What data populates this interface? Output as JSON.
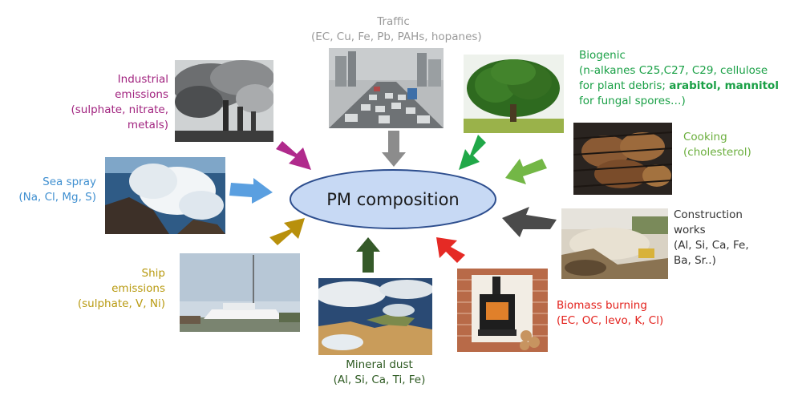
{
  "center": {
    "label": "PM composition"
  },
  "sources": {
    "traffic": {
      "name": "Traffic",
      "details": "(EC, Cu, Fe, Pb, PAHs, hopanes)",
      "color": "#9a9a9a"
    },
    "biogenic": {
      "name": "Biogenic",
      "line1": "(n-alkanes C25,C27, C29, cellulose",
      "line2a": "for plant debris; ",
      "line2b": "arabitol, mannitol",
      "line3": "for fungal spores…)",
      "color": "#1aa046"
    },
    "industrial": {
      "line1": "Industrial",
      "line2": "emissions",
      "line3": "(sulphate, nitrate,",
      "line4": "metals)",
      "color": "#a1237f"
    },
    "cooking": {
      "name": "Cooking",
      "details": "(cholesterol)",
      "color": "#6aae3c"
    },
    "sea_spray": {
      "name": "Sea spray",
      "details": "(Na, Cl, Mg, S)",
      "color": "#3f8fd0"
    },
    "construction": {
      "line1": "Construction",
      "line2": "works",
      "line3": "(Al, Si, Ca, Fe,",
      "line4": "Ba, Sr..)",
      "color": "#333333"
    },
    "ship": {
      "line1": "Ship",
      "line2": "emissions",
      "line3": "(sulphate, V, Ni)",
      "color": "#b89a10"
    },
    "biomass": {
      "name": "Biomass burning",
      "details": "(EC, OC, levo, K, Cl)",
      "color": "#e3211c"
    },
    "mineral": {
      "name": "Mineral dust",
      "details": "(Al, Si, Ca, Ti, Fe)",
      "color": "#2e5a22"
    }
  },
  "arrow_colors": {
    "traffic": "#8c8c8c",
    "biogenic": "#20a848",
    "industrial": "#b02a8c",
    "cooking": "#73b746",
    "sea_spray": "#5a9fe0",
    "construction": "#4a4a4a",
    "ship": "#b8900c",
    "biomass": "#e52a25",
    "mineral": "#355a29"
  },
  "ellipse": {
    "fill": "#c7d9f4",
    "stroke": "#2d4e8e"
  },
  "photos": {
    "traffic": "traffic-photo",
    "biogenic": "tree-photo",
    "industrial": "smokestacks-photo",
    "cooking": "grill-photo",
    "sea_spray": "wave-photo",
    "construction": "construction-photo",
    "ship": "ship-photo",
    "biomass": "wood-stove-photo",
    "mineral": "satellite-dust-photo"
  }
}
